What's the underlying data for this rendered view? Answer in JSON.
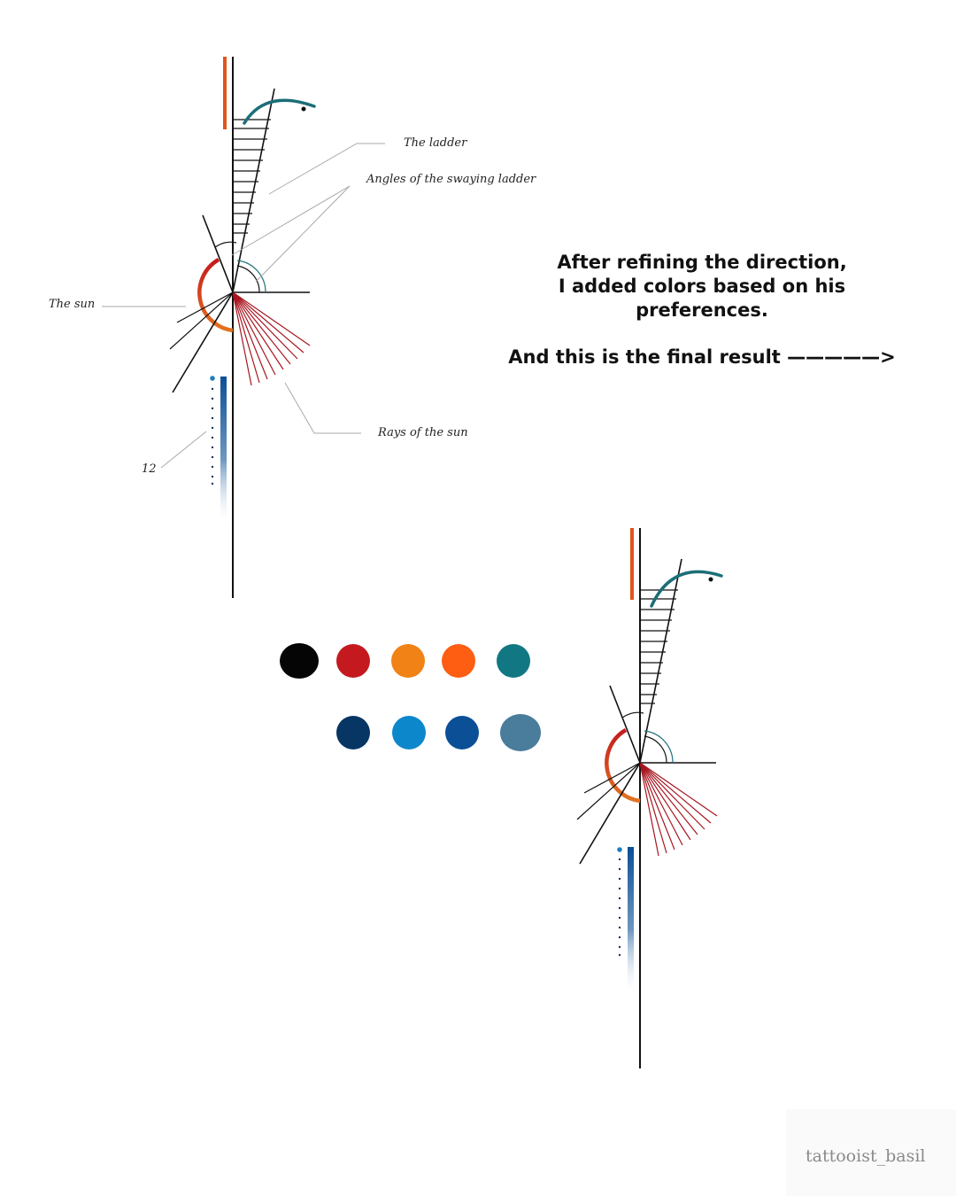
{
  "annotations": {
    "ladder": "The ladder",
    "angles": "Angles of the swaying ladder",
    "sun": "The sun",
    "rays": "Rays of the sun",
    "twelve": "12"
  },
  "headline": {
    "line1": "After refining the direction,",
    "line2": "I added colors based on his preferences.",
    "line3": "And this is the final result —————>"
  },
  "palette": {
    "row1": [
      "#050505",
      "#c41a1f",
      "#f08216",
      "#fd5e12",
      "#117783"
    ],
    "row2": [
      "#073564",
      "#0c87cb",
      "#0b4f97",
      "#4a7c9c"
    ]
  },
  "design_colors": {
    "line": "#111111",
    "orange_bar": "#e2541c",
    "teal_arc": "#1c6e78",
    "sun_red": "#c41a1f",
    "sun_orange": "#e37320",
    "rays": "#a8151f",
    "gradient_top": "#0b4f97",
    "dots": "#1b3558"
  },
  "watermark": "tattooist_basil"
}
